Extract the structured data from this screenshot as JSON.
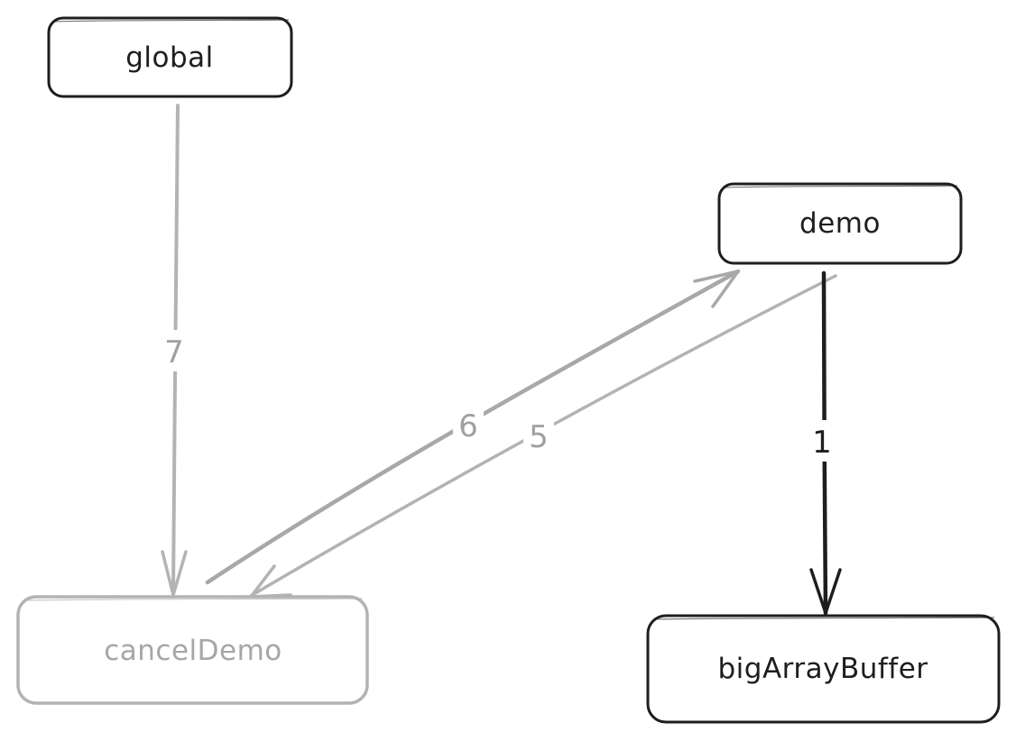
{
  "nodes": {
    "global": {
      "label": "global",
      "state": "active"
    },
    "demo": {
      "label": "demo",
      "state": "active"
    },
    "cancelDemo": {
      "label": "cancelDemo",
      "state": "faded"
    },
    "bigArrayBuffer": {
      "label": "bigArrayBuffer",
      "state": "active"
    }
  },
  "edges": {
    "global_to_cancelDemo": {
      "label": "7",
      "from": "global",
      "to": "cancelDemo",
      "state": "faded"
    },
    "cancelDemo_to_demo": {
      "label": "6",
      "from": "cancelDemo",
      "to": "demo",
      "state": "faded"
    },
    "demo_to_cancelDemo": {
      "label": "5",
      "from": "demo",
      "to": "cancelDemo",
      "state": "faded"
    },
    "demo_to_bigArrayBuffer": {
      "label": "1",
      "from": "demo",
      "to": "bigArrayBuffer",
      "state": "active"
    }
  },
  "colors": {
    "active_stroke": "#1e1e1e",
    "faded_stroke": "#b3b3b3",
    "faded_text": "#a6a6a6",
    "edge_label_faded": "#a0a0a0",
    "background": "#ffffff"
  }
}
